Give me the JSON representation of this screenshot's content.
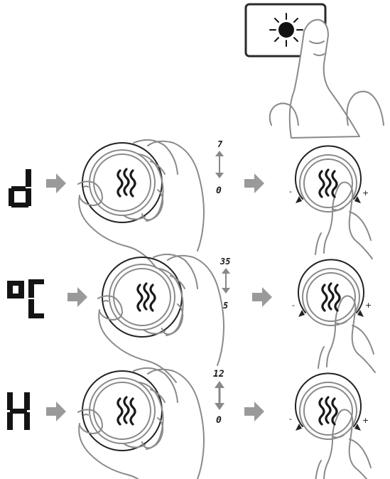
{
  "top": {
    "icon": "sun-icon"
  },
  "rows": [
    {
      "id": "d",
      "symbol": "d",
      "range_max": "7",
      "range_min": "0",
      "minus": "-",
      "plus": "+"
    },
    {
      "id": "oc",
      "symbol": "oC",
      "range_max": "35",
      "range_min": "5",
      "minus": "-",
      "plus": "+"
    },
    {
      "id": "h",
      "symbol": "H",
      "range_max": "12",
      "range_min": "0",
      "minus": "-",
      "plus": "+"
    }
  ],
  "colors": {
    "outline": "#8a8a8a",
    "arrow": "#9a9a9a",
    "text": "#141414"
  }
}
